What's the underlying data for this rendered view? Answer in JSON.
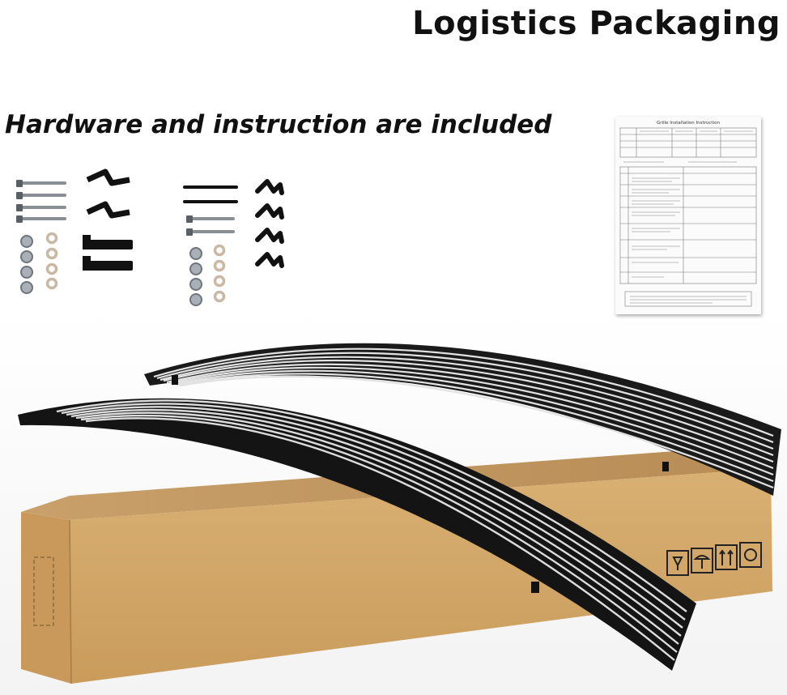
{
  "header": {
    "title": "Logistics Packaging"
  },
  "subtitle": "Hardware and instruction are included",
  "instruction_sheet": {
    "title": "Grille Installation Instruction"
  },
  "colors": {
    "box": "#d4a86a",
    "box_dark": "#b88a4e",
    "grille_black": "#1a1a1a",
    "chrome": "#d8d8d8"
  }
}
